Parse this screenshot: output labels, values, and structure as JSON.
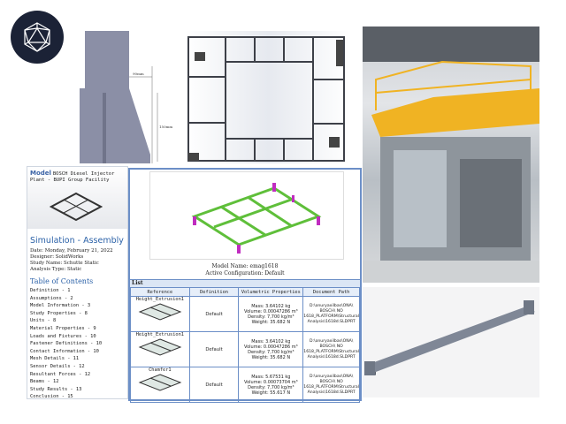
{
  "report_header": {
    "model_label": "Model",
    "model_title": "BOSCH Diesel Injector Plant - BUPI Group Facility"
  },
  "simulation": {
    "title": "Simulation - Assembly",
    "date": "Date: Monday, February 21, 2022",
    "designer": "Designer: SolidWorks",
    "study": "Study Name: Schutte Static",
    "analysis": "Analysis Type: Static"
  },
  "toc": {
    "title": "Table of Contents",
    "items": [
      "Definition - 1",
      "Assumptions - 2",
      "Model Information - 3",
      "Study Properties - 8",
      "Units - 8",
      "Material Properties - 9",
      "Loads and Fixtures - 10",
      "Fastener Definitions - 10",
      "Contact Information - 10",
      "Mesh Details - 11",
      "Sensor Details - 12",
      "Resultant Forces - 12",
      "Beams - 12",
      "Study Results - 13",
      "Conclusion - 15"
    ]
  },
  "drawing": {
    "dim1": "90mm",
    "dim2": "150mm"
  },
  "model_info": {
    "name": "Model Name: emag1618",
    "config": "Active Configuration: Default",
    "list_label": "List"
  },
  "table": {
    "headers": [
      "Reference",
      "Definition",
      "Volumetric Properties",
      "Document Path"
    ],
    "rows": [
      {
        "ref": "Height_Extrusion1",
        "def": "Default",
        "mass": "Mass: 3.64102 kg",
        "volume": "Volume: 0.00047286 m³",
        "density": "Density: 7,700 kg/m³",
        "weight": "Weight: 35.682 N",
        "path": "D:\\onuryaxilbas\\ONA\\ BOSCH\\ NO 1618_PLATFORM\\Structural Analysis\\1618d.SLDPRT"
      },
      {
        "ref": "Height_Extrusion1",
        "def": "Default",
        "mass": "Mass: 3.64102 kg",
        "volume": "Volume: 0.00047286 m³",
        "density": "Density: 7,700 kg/m³",
        "weight": "Weight: 35.682 N",
        "path": "D:\\onuryaxilbas\\ONA\\ BOSCH\\ NO 1618_PLATFORM\\Structural Analysis\\1618d.SLDPRT"
      },
      {
        "ref": "Chamfer1",
        "def": "Default",
        "mass": "Mass: 5.67531 kg",
        "volume": "Volume: 0.00073704 m³",
        "density": "Density: 7,700 kg/m³",
        "weight": "Weight: 55.617 N",
        "path": "D:\\onuryaxilbas\\ONA\\ BOSCH\\ NO 1618_PLATFORM\\Structural Analysis\\1618d.SLDPRT"
      }
    ]
  },
  "colors": {
    "accent": "#2c62a8",
    "logo_bg": "#1b2236",
    "frame_green": "#5fbf3a",
    "frame_magenta": "#c02cc0",
    "platform_yellow": "#f0b323"
  }
}
